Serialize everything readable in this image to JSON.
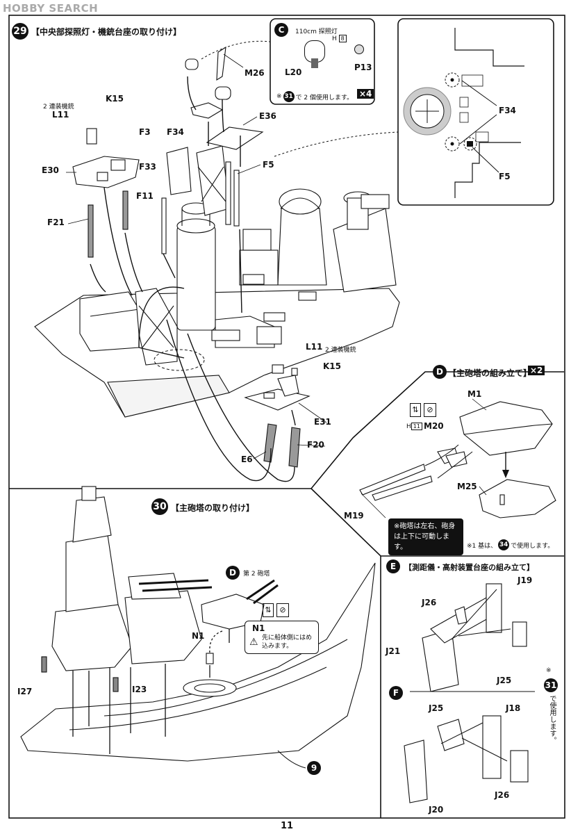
{
  "watermark": "HOBBY SEARCH",
  "step29": {
    "num": "29",
    "title": "【中央部探照灯・機銃台座の取り付け】",
    "parts": {
      "m26": "M26",
      "e36": "E36",
      "f3": "F3",
      "f34": "F34",
      "f5": "F5",
      "k15": "K15",
      "l11": "L11",
      "e30": "E30",
      "f33": "F33",
      "f11": "F11",
      "f21": "F21",
      "l11b": "L11",
      "k15b": "K15",
      "e31": "E31",
      "f20": "F20",
      "e6": "E6"
    },
    "note_l11": "2 連装機銃",
    "note_l11b": "2 連装機銃"
  },
  "subC": {
    "letter": "C",
    "title": "110cm 探照灯",
    "h": "H",
    "h_num": "8",
    "l20": "L20",
    "p13": "P13",
    "ref_prefix": "※",
    "ref_num": "31",
    "ref_suffix": "で 2 個使用します。",
    "qty": "×4"
  },
  "detail": {
    "f34": "F34",
    "f5": "F5"
  },
  "subD": {
    "letter": "D",
    "title": "【主砲塔の組み立て】",
    "qty": "×2",
    "m1": "M1",
    "m20": "M20",
    "h": "H",
    "h_num": "11",
    "m25": "M25",
    "m19": "M19",
    "note": "※砲塔は左右、砲身は上下に可動します。",
    "foot_prefix": "※1 基は、",
    "foot_num": "34",
    "foot_suffix": "で使用します。"
  },
  "step30": {
    "num": "30",
    "title": "【主砲塔の取り付け】",
    "d_letter": "D",
    "d_label": "第 2 砲塔",
    "n1": "N1",
    "callout_n1": "N1",
    "callout_text": "先に船体側にはめ込みます。",
    "i27": "I27",
    "i23": "I23",
    "ref9": "9"
  },
  "subE": {
    "letter": "E",
    "title": "【測距儀・高射装置台座の組み立て】",
    "j19": "J19",
    "j26": "J26",
    "j21": "J21",
    "j25": "J25"
  },
  "subF": {
    "letter": "F",
    "j25": "J25",
    "j18": "J18",
    "j20": "J20",
    "j26": "J26"
  },
  "side_note": {
    "mark": "※",
    "num": "31",
    "text": "で使用します。"
  },
  "page_number": "11"
}
